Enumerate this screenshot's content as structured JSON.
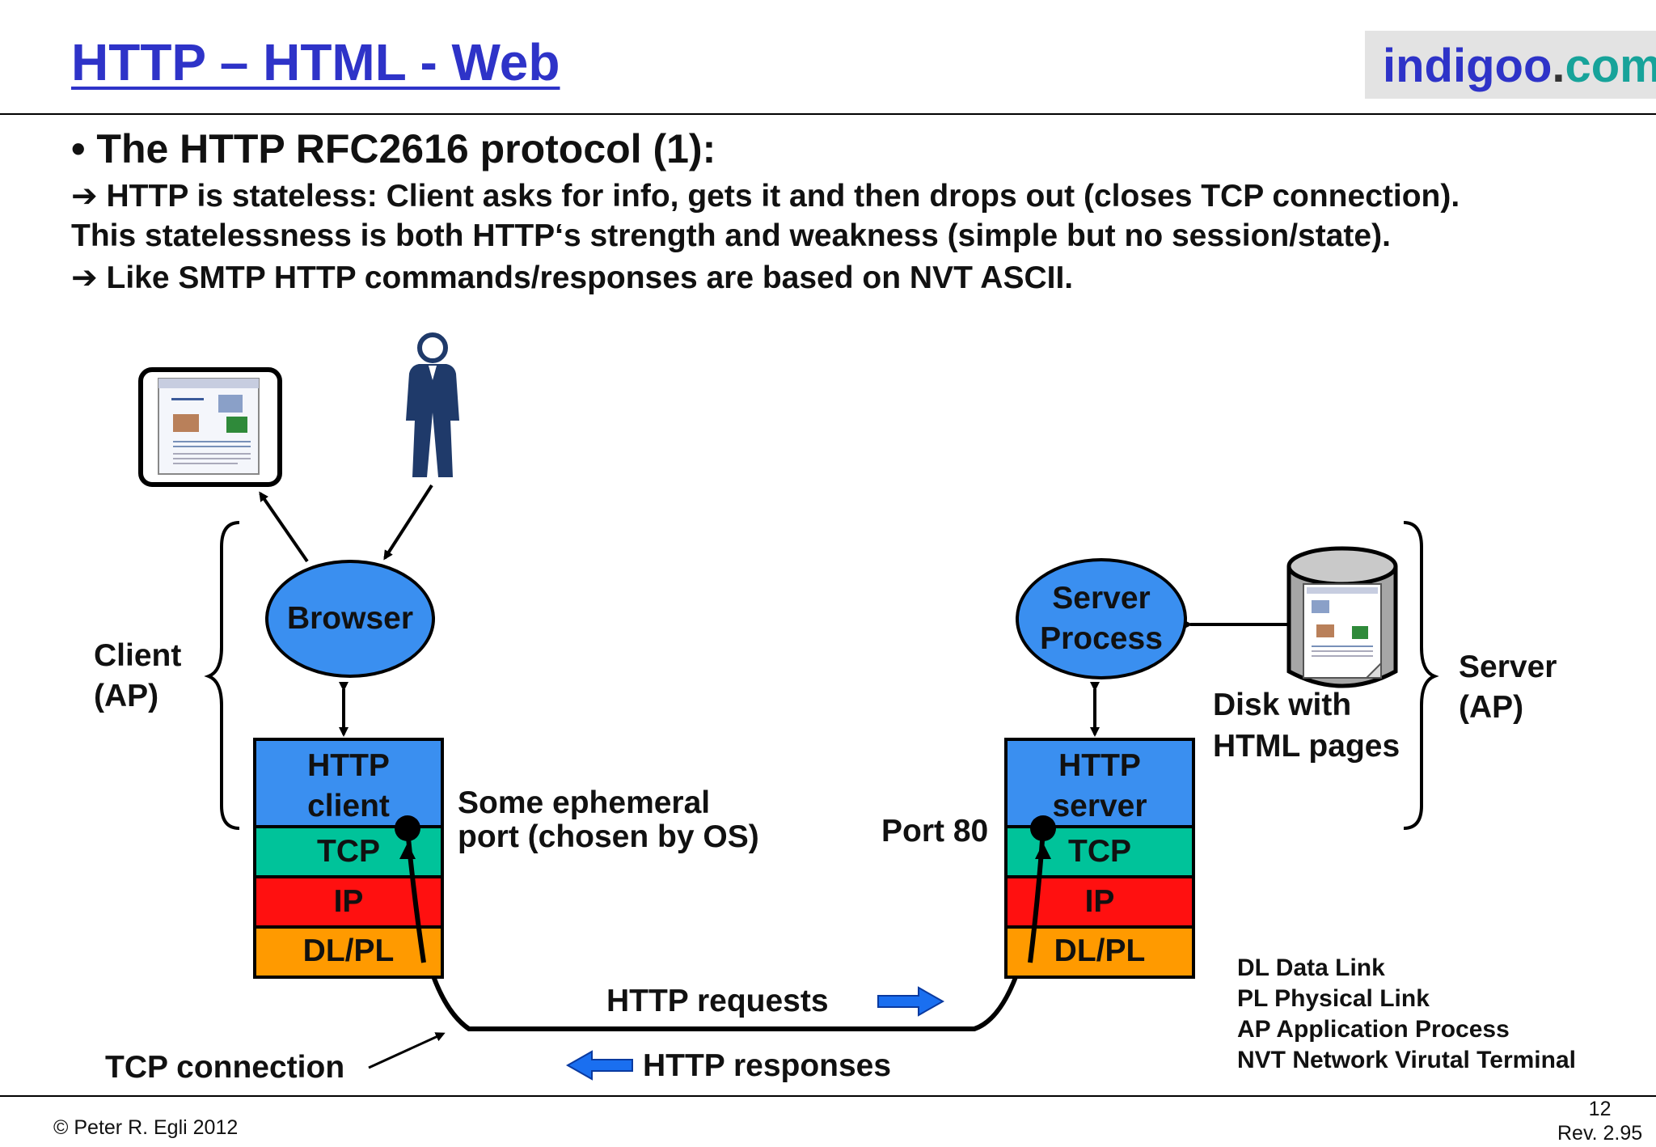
{
  "header": {
    "title": "HTTP – HTML - Web",
    "brand": {
      "part1": "indigoo",
      "dot": ".",
      "part2": "com"
    }
  },
  "content": {
    "heading": "• The HTTP RFC2616 protocol (1):",
    "line1": "➔ HTTP is stateless: Client asks for info, gets it and then drops out (closes TCP connection).",
    "line2": "This statelessness is both HTTP‘s strength and weakness (simple but no session/state).",
    "line3": "➔ Like SMTP HTTP commands/responses are based on NVT ASCII."
  },
  "diagram": {
    "client_label": [
      "Client",
      "(AP)"
    ],
    "server_label": [
      "Server",
      "(AP)"
    ],
    "browser": "Browser",
    "server_process": [
      "Server",
      "Process"
    ],
    "disk_label": [
      "Disk with",
      "HTML pages"
    ],
    "client_stack": {
      "http": [
        "HTTP",
        "client"
      ],
      "tcp": "TCP",
      "ip": "IP",
      "dl": "DL/PL"
    },
    "server_stack": {
      "http": [
        "HTTP",
        "server"
      ],
      "tcp": "TCP",
      "ip": "IP",
      "dl": "DL/PL"
    },
    "ephemeral": [
      "Some ephemeral",
      "port (chosen by OS)"
    ],
    "port80": "Port 80",
    "requests": "HTTP requests",
    "responses": "HTTP responses",
    "tcp_connection": "TCP connection",
    "legend": [
      "DL Data Link",
      "PL Physical Link",
      "AP Application Process",
      "NVT Network Virutal Terminal"
    ]
  },
  "colors": {
    "title": "#2e33c8",
    "brand_teal": "#17a39a",
    "http_layer": "#3a8ff0",
    "tcp_layer": "#00c39a",
    "ip_layer": "#ff1010",
    "dl_layer": "#ff9a00",
    "arrow_blue": "#1a6ff0"
  },
  "icons": [
    "monitor-icon",
    "person-icon",
    "disk-icon",
    "arrow-right-icon",
    "arrow-left-icon"
  ],
  "footer": {
    "copyright": "© Peter R. Egli 2012",
    "page": "12",
    "rev": "Rev. 2.95"
  }
}
